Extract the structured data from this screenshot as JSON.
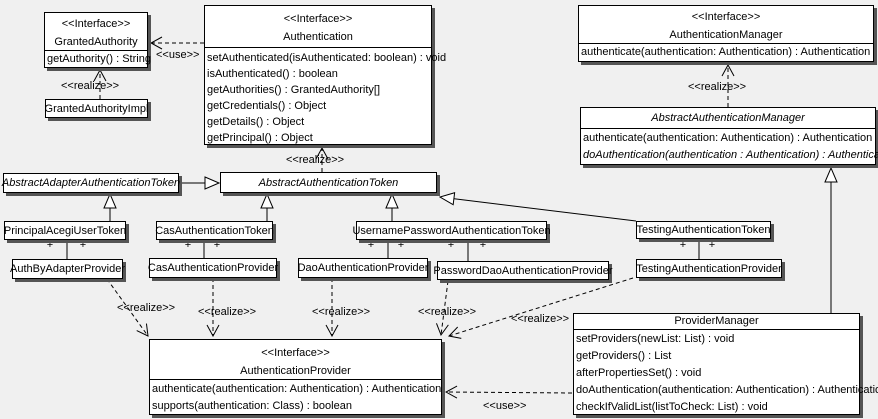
{
  "labels": {
    "interface": "<<Interface>>",
    "use": "<<use>>",
    "realize": "<<realize>>",
    "plus": "+"
  },
  "colors": {
    "background": "#f0f0f0",
    "box_fill": "#ffffff",
    "line": "#000000",
    "shadow": "#555555"
  },
  "classes": {
    "granted_authority": {
      "name": "GrantedAuthority",
      "methods": [
        "getAuthority() : String"
      ]
    },
    "granted_authority_impl": {
      "name": "GrantedAuthorityImpl"
    },
    "authentication": {
      "name": "Authentication",
      "methods": [
        "setAuthenticated(isAuthenticated: boolean) : void",
        "isAuthenticated() : boolean",
        "getAuthorities() : GrantedAuthority[]",
        "getCredentials() : Object",
        "getDetails() : Object",
        "getPrincipal() : Object"
      ]
    },
    "authentication_manager": {
      "name": "AuthenticationManager",
      "methods": [
        "authenticate(authentication: Authentication) : Authentication"
      ]
    },
    "abstract_authentication_manager": {
      "name": "AbstractAuthenticationManager",
      "methods": [
        "authenticate(authentication: Authentication) : Authentication",
        "doAuthentication(authentication : Authentication) : Authentication"
      ]
    },
    "abstract_adapter_authentication_token": {
      "name": "AbstractAdapterAuthenticationToken"
    },
    "abstract_authentication_token": {
      "name": "AbstractAuthenticationToken"
    },
    "principal_acegi_user_token": {
      "name": "PrincipalAcegiUserToken"
    },
    "cas_authentication_token": {
      "name": "CasAuthenticationToken"
    },
    "username_password_authentication_token": {
      "name": "UsernamePasswordAuthenticationToken"
    },
    "testing_authentication_token": {
      "name": "TestingAuthenticationToken"
    },
    "auth_by_adapter_provider": {
      "name": "AuthByAdapterProvider"
    },
    "cas_authentication_provider": {
      "name": "CasAuthenticationProvider"
    },
    "dao_authentication_provider": {
      "name": "DaoAuthenticationProvider"
    },
    "password_dao_authentication_provider": {
      "name": "PasswordDaoAuthenticationProvider"
    },
    "testing_authentication_provider": {
      "name": "TestingAuthenticationProvider"
    },
    "authentication_provider": {
      "name": "AuthenticationProvider",
      "methods": [
        "authenticate(authentication: Authentication) : Authentication",
        "supports(authentication: Class) : boolean"
      ]
    },
    "provider_manager": {
      "name": "ProviderManager",
      "methods": [
        "setProviders(newList: List) : void",
        "getProviders() : List",
        "afterPropertiesSet() : void",
        "doAuthentication(authentication: Authentication) : Authentication",
        "checkIfValidList(listToCheck: List) : void"
      ]
    }
  }
}
